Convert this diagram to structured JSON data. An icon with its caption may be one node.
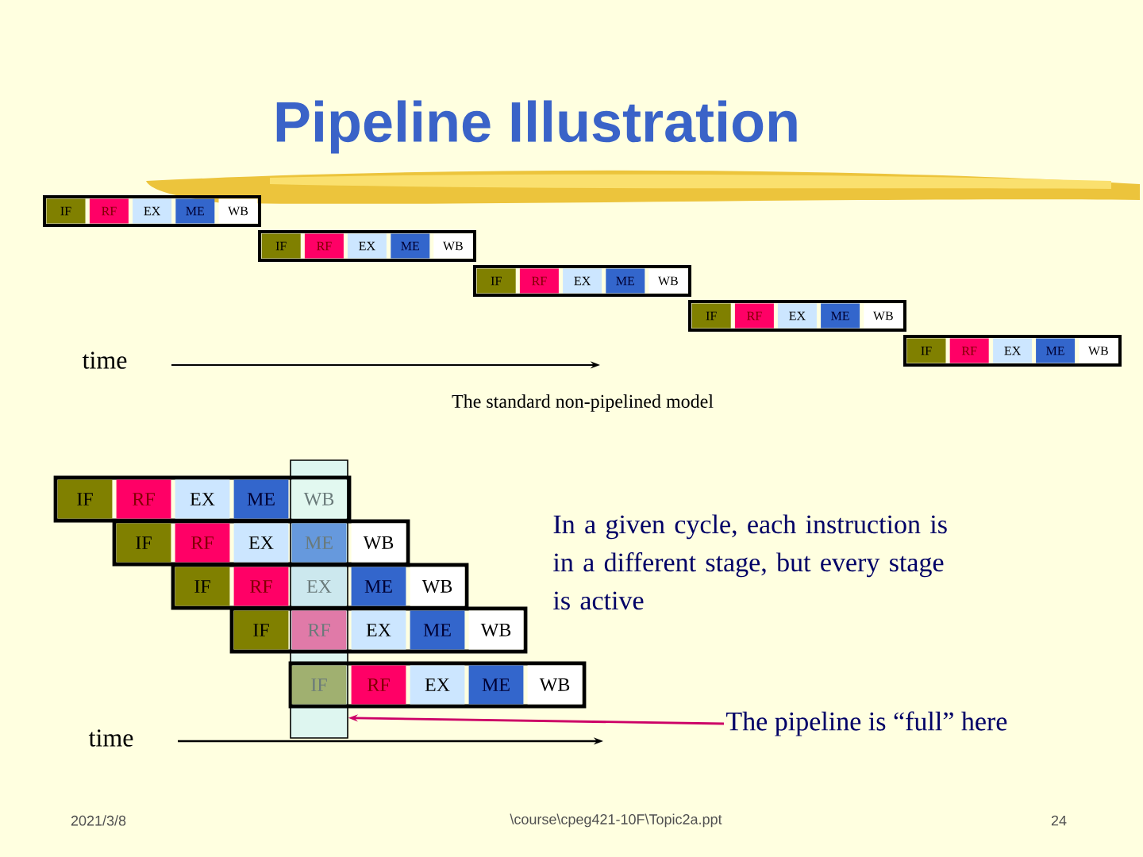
{
  "diagram": {
    "title": "Pipeline Illustration",
    "nodes": [
      {
        "text": [
          "IF"
        ]
      },
      {
        "text": [
          "RF"
        ]
      },
      {
        "text": [
          "EX"
        ]
      },
      {
        "text": [
          "ME"
        ]
      },
      {
        "text": [
          "WB"
        ]
      },
      {
        "text": [
          "IF"
        ]
      },
      {
        "text": [
          "RF"
        ]
      },
      {
        "text": [
          "EX"
        ]
      },
      {
        "text": [
          "ME"
        ]
      },
      {
        "text": [
          "WB"
        ]
      },
      {
        "text": [
          "IF"
        ]
      },
      {
        "text": [
          "RF"
        ]
      },
      {
        "text": [
          "EX"
        ]
      },
      {
        "text": [
          "ME"
        ]
      },
      {
        "text": [
          "WB"
        ]
      },
      {
        "text": [
          "IF"
        ]
      },
      {
        "text": [
          "RF"
        ]
      },
      {
        "text": [
          "EX"
        ]
      },
      {
        "text": [
          "ME"
        ]
      },
      {
        "text": [
          "WB"
        ]
      },
      {
        "text": [
          "IF"
        ]
      },
      {
        "text": [
          "RF"
        ]
      },
      {
        "text": [
          "EX"
        ]
      },
      {
        "text": [
          "ME"
        ]
      },
      {
        "text": [
          "WB"
        ]
      },
      {
        "text": [],
        "shape": "bar"
      },
      {
        "text": [
          "IF"
        ]
      },
      {
        "text": [
          "RF"
        ]
      },
      {
        "text": [
          "EX"
        ]
      },
      {
        "text": [
          "ME"
        ]
      },
      {
        "text": [
          "WB"
        ],
        "in": 25
      },
      {
        "text": [
          "IF"
        ]
      },
      {
        "text": [
          "RF"
        ]
      },
      {
        "text": [
          "EX"
        ]
      },
      {
        "text": [
          "ME"
        ],
        "in": 25
      },
      {
        "text": [
          "WB"
        ]
      },
      {
        "text": [
          "IF"
        ]
      },
      {
        "text": [
          "RF"
        ]
      },
      {
        "text": [
          "EX"
        ],
        "in": 25
      },
      {
        "text": [
          "ME"
        ]
      },
      {
        "text": [
          "WB"
        ]
      },
      {
        "text": [
          "IF"
        ]
      },
      {
        "text": [
          "RF"
        ],
        "in": 25
      },
      {
        "text": [
          "EX"
        ]
      },
      {
        "text": [
          "ME"
        ]
      },
      {
        "text": [
          "WB"
        ]
      },
      {
        "text": [
          "IF"
        ],
        "in": 25
      },
      {
        "text": [
          "RF"
        ]
      },
      {
        "text": [
          "EX"
        ]
      },
      {
        "text": [
          "ME"
        ]
      },
      {
        "text": [
          "WB"
        ]
      },
      {
        "text": [
          "The pipeline is “full” here"
        ]
      }
    ],
    "edges": [
      {
        "from": 51,
        "to": 25,
        "arrow": "to",
        "color": "#cc0066"
      }
    ],
    "labels": [
      "time",
      "The standard non-pipelined model",
      "In a given cycle, each instruction is in a different stage, but every stage is active",
      "time",
      "2021/3/8",
      "\\course\\cpeg421-10F\\Topic2a.ppt",
      "24"
    ]
  }
}
